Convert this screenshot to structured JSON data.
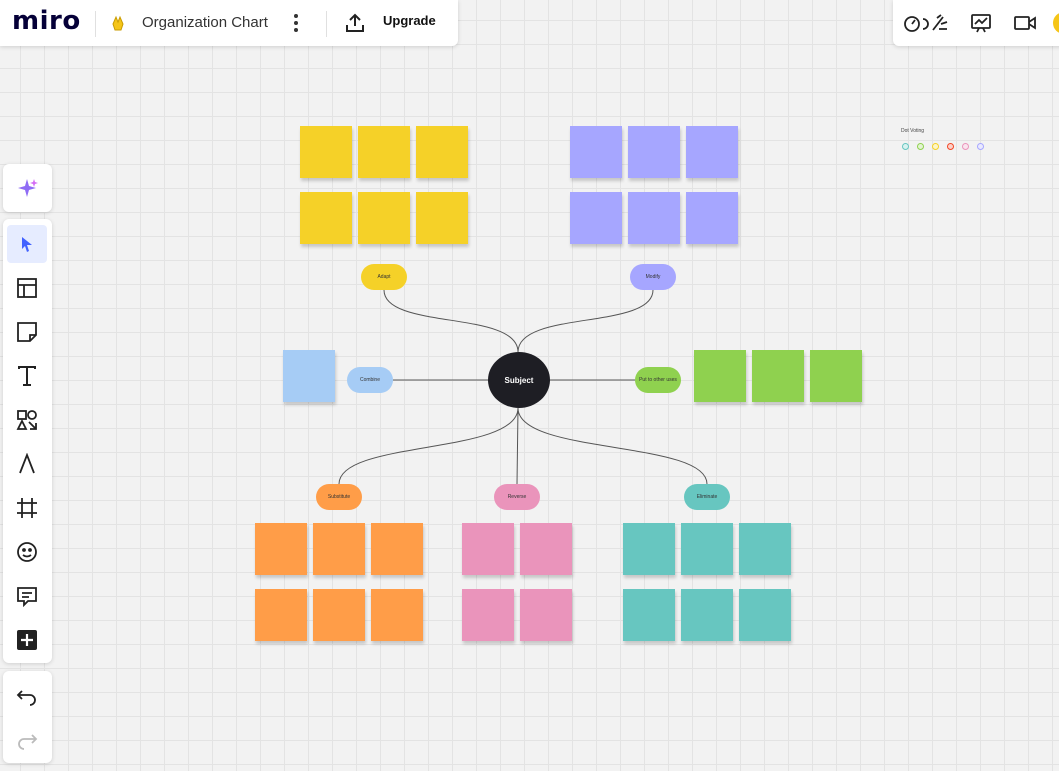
{
  "app": {
    "logo": "miro",
    "board_title": "Organization Chart",
    "upgrade_label": "Upgrade"
  },
  "mindmap": {
    "center": "Subject",
    "branches": [
      {
        "label": "Adapt",
        "color": "#f5d128"
      },
      {
        "label": "Modify",
        "color": "#a6a6ff"
      },
      {
        "label": "Combine",
        "color": "#a6ccf5"
      },
      {
        "label": "Put to other uses",
        "color": "#8fd14f"
      },
      {
        "label": "Substitute",
        "color": "#ff9d48"
      },
      {
        "label": "Reverse",
        "color": "#ea94bb"
      },
      {
        "label": "Eliminate",
        "color": "#67c6c0"
      }
    ]
  },
  "dot_voting": {
    "title": "Dot Voting",
    "dots": [
      "#67c6c0",
      "#8fd14f",
      "#f5d128",
      "#f24726",
      "#ea94bb",
      "#a6a6ff"
    ]
  }
}
